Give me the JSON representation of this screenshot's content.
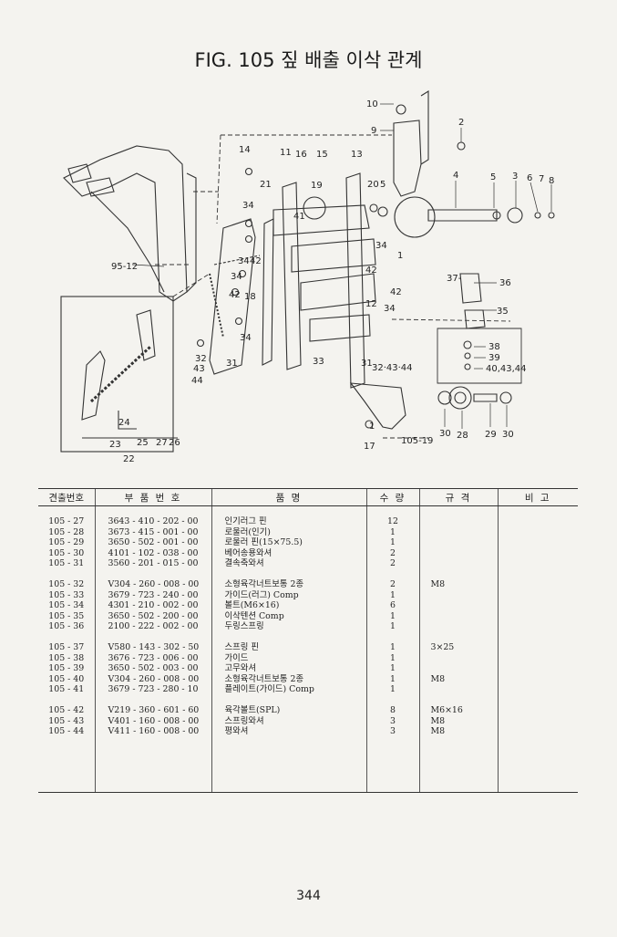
{
  "title": "FIG. 105 짚 배출 이삭 관계",
  "page_number": "344",
  "table": {
    "headers": [
      "견출번호",
      "부 품 번 호",
      "품 명",
      "수 량",
      "규 격",
      "비 고"
    ],
    "groups": [
      [
        {
          "ref": "105 - 27",
          "part": "3643 - 410 - 202 - 00",
          "name": "인기러그 핀",
          "qty": "12",
          "spec": ""
        },
        {
          "ref": "105 - 28",
          "part": "3673 - 415 - 001 - 00",
          "name": "로울러(인기)",
          "qty": "1",
          "spec": ""
        },
        {
          "ref": "105 - 29",
          "part": "3650 - 502 - 001 - 00",
          "name": "로울러 핀(15×75.5)",
          "qty": "1",
          "spec": ""
        },
        {
          "ref": "105 - 30",
          "part": "4101 - 102 - 038 - 00",
          "name": "베어송용와셔",
          "qty": "2",
          "spec": ""
        },
        {
          "ref": "105 - 31",
          "part": "3560 - 201 - 015 - 00",
          "name": "결속축와셔",
          "qty": "2",
          "spec": ""
        }
      ],
      [
        {
          "ref": "105 - 32",
          "part": "V304 - 260 - 008 - 00",
          "name": "소형육각너트보통 2종",
          "qty": "2",
          "spec": "M8"
        },
        {
          "ref": "105 - 33",
          "part": "3679 - 723 - 240 - 00",
          "name": "가이드(러그) Comp",
          "qty": "1",
          "spec": ""
        },
        {
          "ref": "105 - 34",
          "part": "4301 - 210 - 002 - 00",
          "name": "볼트(M6×16)",
          "qty": "6",
          "spec": ""
        },
        {
          "ref": "105 - 35",
          "part": "3650 - 502 - 200 - 00",
          "name": "이삭텐션 Comp",
          "qty": "1",
          "spec": ""
        },
        {
          "ref": "105 - 36",
          "part": "2100 - 222 - 002 - 00",
          "name": "두링스프링",
          "qty": "1",
          "spec": ""
        }
      ],
      [
        {
          "ref": "105 - 37",
          "part": "V580 - 143 - 302 - 50",
          "name": "스프링 핀",
          "qty": "1",
          "spec": "3×25"
        },
        {
          "ref": "105 - 38",
          "part": "3676 - 723 - 006 - 00",
          "name": "가이드",
          "qty": "1",
          "spec": ""
        },
        {
          "ref": "105 - 39",
          "part": "3650 - 502 - 003 - 00",
          "name": "고무와셔",
          "qty": "1",
          "spec": ""
        },
        {
          "ref": "105 - 40",
          "part": "V304 - 260 - 008 - 00",
          "name": "소형육각너트보통 2종",
          "qty": "1",
          "spec": "M8"
        },
        {
          "ref": "105 - 41",
          "part": "3679 - 723 - 280 - 10",
          "name": "플레이트(가이드) Comp",
          "qty": "1",
          "spec": ""
        }
      ],
      [
        {
          "ref": "105 - 42",
          "part": "V219 - 360 - 601 - 60",
          "name": "육각볼트(SPL)",
          "qty": "8",
          "spec": "M6×16"
        },
        {
          "ref": "105 - 43",
          "part": "V401 - 160 - 008 - 00",
          "name": "스프링와셔",
          "qty": "3",
          "spec": "M8"
        },
        {
          "ref": "105 - 44",
          "part": "V411 - 160 - 008 - 00",
          "name": "평와셔",
          "qty": "3",
          "spec": "M8"
        }
      ]
    ]
  },
  "diagram": {
    "callouts": [
      "10",
      "9",
      "2",
      "14",
      "11",
      "16",
      "15",
      "13",
      "4",
      "5",
      "3",
      "6",
      "7",
      "8",
      "21",
      "19",
      "20",
      "5",
      "34",
      "41",
      "1",
      "34",
      "42",
      "95-12",
      "34",
      "42",
      "18",
      "42",
      "37",
      "36",
      "42",
      "12",
      "34",
      "35",
      "42",
      "38",
      "39",
      "40,43,44",
      "32",
      "43",
      "44",
      "31",
      "33",
      "31",
      "32·43·44",
      "24",
      "23",
      "25",
      "27",
      "26",
      "22",
      "30",
      "28",
      "29",
      "30",
      "17",
      "105-19",
      "1"
    ]
  }
}
